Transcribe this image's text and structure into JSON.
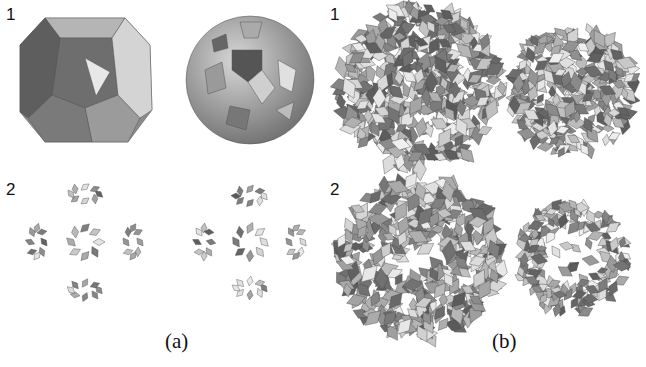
{
  "diagram": {
    "labels": [
      "1",
      "1",
      "2",
      "2",
      "(a)",
      "(b)"
    ]
  }
}
